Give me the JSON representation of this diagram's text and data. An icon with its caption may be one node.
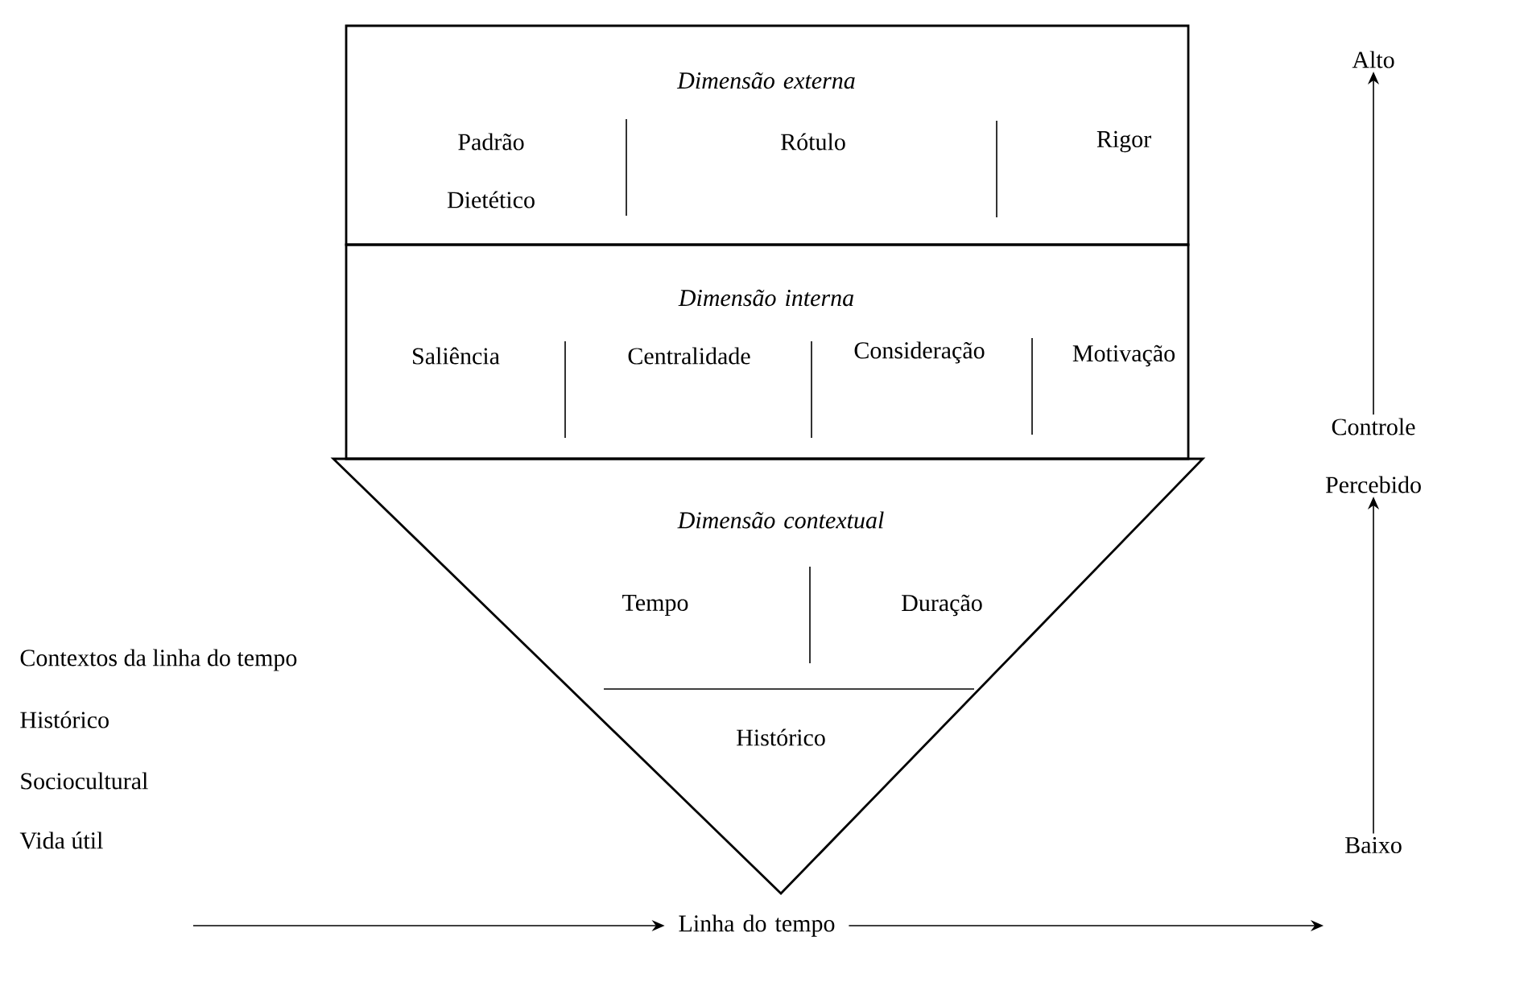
{
  "diagram": {
    "nodes": [
      {
        "text": [
          "Dimensão externa",
          "Padrão Dietético",
          "Rótulo",
          "Rigor"
        ]
      },
      {
        "text": [
          "Dimensão interna",
          "Saliência",
          "Centralidade",
          "Consideração",
          "Motivação"
        ]
      },
      {
        "text": [
          "Dimensão contextual",
          "Tempo",
          "Duração",
          "Histórico"
        ]
      },
      {
        "text": [
          "Alto"
        ]
      },
      {
        "text": [
          "Controle Percebido"
        ]
      },
      {
        "text": [
          "Baixo"
        ]
      },
      {
        "text": [
          "Linha do tempo"
        ]
      }
    ],
    "edges": [
      {
        "from": 5,
        "to": 4,
        "arrow": "to"
      },
      {
        "from": 4,
        "to": 3,
        "arrow": "to"
      },
      {
        "from": null,
        "to": 6,
        "arrow": "to"
      },
      {
        "from": 6,
        "to": null,
        "arrow": "to"
      }
    ],
    "labels": [
      "Contextos da linha do tempo",
      "Histórico",
      "Sociocultural",
      "Vida útil"
    ]
  }
}
